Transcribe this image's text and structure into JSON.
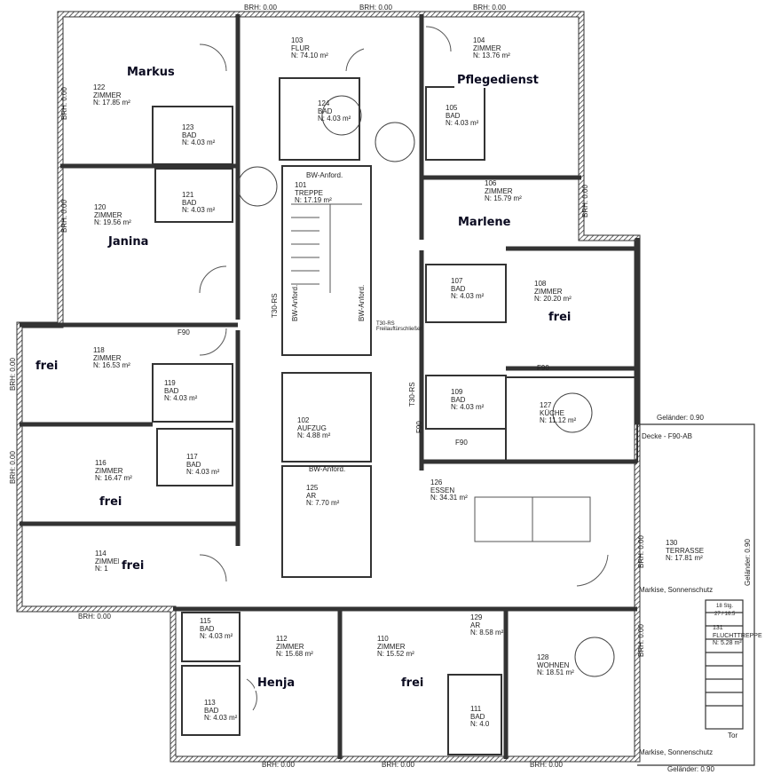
{
  "rooms": [
    {
      "number": "103",
      "type": "FLUR",
      "area": "N: 74.10 m²"
    },
    {
      "number": "104",
      "type": "ZIMMER",
      "area": "N: 13.76 m²"
    },
    {
      "number": "122",
      "type": "ZIMMER",
      "area": "N: 17.85 m²"
    },
    {
      "number": "124",
      "type": "BAD",
      "area": "N: 4.03 m²"
    },
    {
      "number": "105",
      "type": "BAD",
      "area": "N: 4.03 m²"
    },
    {
      "number": "123",
      "type": "BAD",
      "area": "N: 4.03 m²"
    },
    {
      "number": "121",
      "type": "BAD",
      "area": "N: 4.03 m²"
    },
    {
      "number": "101",
      "type": "TREPPE",
      "area": "N: 17.19 m²"
    },
    {
      "number": "106",
      "type": "ZIMMER",
      "area": "N: 15.79 m²"
    },
    {
      "number": "120",
      "type": "ZIMMER",
      "area": "N: 19.56 m²"
    },
    {
      "number": "107",
      "type": "BAD",
      "area": "N: 4.03 m²"
    },
    {
      "number": "108",
      "type": "ZIMMER",
      "area": "N: 20.20 m²"
    },
    {
      "number": "118",
      "type": "ZIMMER",
      "area": "N: 16.53 m²"
    },
    {
      "number": "119",
      "type": "BAD",
      "area": "N: 4.03 m²"
    },
    {
      "number": "109",
      "type": "BAD",
      "area": "N: 4.03 m²"
    },
    {
      "number": "127",
      "type": "KÜCHE",
      "area": "N: 11.12 m²"
    },
    {
      "number": "102",
      "type": "AUFZUG",
      "area": "N: 4.88 m²"
    },
    {
      "number": "116",
      "type": "ZIMMER",
      "area": "N: 16.47 m²"
    },
    {
      "number": "117",
      "type": "BAD",
      "area": "N: 4.03 m²"
    },
    {
      "number": "125",
      "type": "AR",
      "area": "N: 7.70 m²"
    },
    {
      "number": "126",
      "type": "ESSEN",
      "area": "N: 34.31 m²"
    },
    {
      "number": "130",
      "type": "TERRASSE",
      "area": "N: 17.81 m²"
    },
    {
      "number": "114",
      "type": "ZIMMER",
      "area": "N: 1"
    },
    {
      "number": "115",
      "type": "BAD",
      "area": "N: 4.03 m²"
    },
    {
      "number": "129",
      "type": "AR",
      "area": "N: 8.58 m²"
    },
    {
      "number": "112",
      "type": "ZIMMER",
      "area": "N: 15.68 m²"
    },
    {
      "number": "110",
      "type": "ZIMMER",
      "area": "N: 15.52 m²"
    },
    {
      "number": "128",
      "type": "WOHNEN",
      "area": "N: 18.51 m²"
    },
    {
      "number": "131",
      "type": "FLUCHTTREPPE",
      "area": "N: 5.28 m²"
    },
    {
      "number": "113",
      "type": "BAD",
      "area": "N: 4.03 m²"
    },
    {
      "number": "111",
      "type": "BAD",
      "area": "N: 4.0"
    }
  ],
  "residents": [
    "Markus",
    "Pflegedienst",
    "Janina",
    "Marlene",
    "frei",
    "frei",
    "frei",
    "frei",
    "Henja",
    "frei"
  ],
  "annotations": {
    "brh": "BRH: 0.00",
    "gelaender": "Geländer: 0.90",
    "decke": "Decke - F90-AB",
    "markise": "Markise, Sonnenschutz",
    "f90": "F90",
    "t30": "T30-RS",
    "t30_door": "T30-RS Freilauftürschließer",
    "bw": "BW-Anford.",
    "tor": "Tor",
    "stairs_count": "18 Stg.",
    "stairs_dim": "27 / 16.5"
  }
}
